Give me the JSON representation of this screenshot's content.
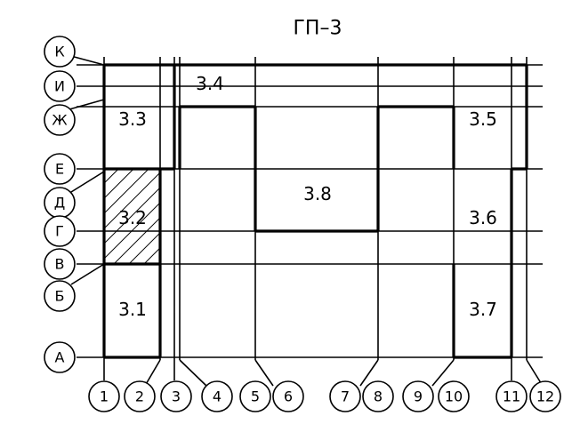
{
  "title": "ГП–3",
  "row_axes": [
    "К",
    "И",
    "Ж",
    "Е",
    "Д",
    "Г",
    "В",
    "Б",
    "А"
  ],
  "column_axes": [
    "1",
    "2",
    "3",
    "4",
    "5",
    "6",
    "7",
    "8",
    "9",
    "10",
    "11",
    "12"
  ],
  "rooms": [
    "3.1",
    "3.2",
    "3.3",
    "3.4",
    "3.5",
    "3.6",
    "3.7",
    "3.8"
  ],
  "hatched_room": "3.2"
}
